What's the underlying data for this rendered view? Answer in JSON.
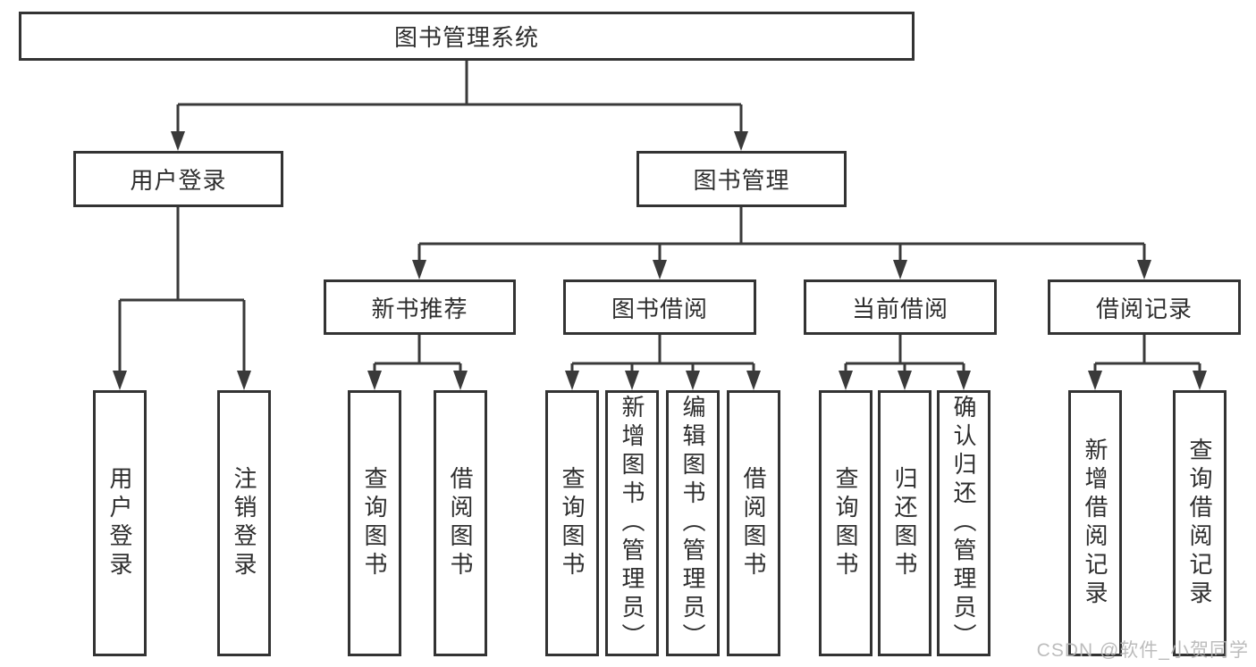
{
  "tree": {
    "label": "图书管理系统",
    "children": [
      {
        "label": "用户登录",
        "children": [
          {
            "label": "用户登录"
          },
          {
            "label": "注销登录"
          }
        ]
      },
      {
        "label": "图书管理",
        "children": [
          {
            "label": "新书推荐",
            "children": [
              {
                "label": "查询图书"
              },
              {
                "label": "借阅图书"
              }
            ]
          },
          {
            "label": "图书借阅",
            "children": [
              {
                "label": "查询图书"
              },
              {
                "label": "新增图书（管理员）"
              },
              {
                "label": "编辑图书（管理员）"
              },
              {
                "label": "借阅图书"
              }
            ]
          },
          {
            "label": "当前借阅",
            "children": [
              {
                "label": "查询图书"
              },
              {
                "label": "归还图书"
              },
              {
                "label": "确认归还（管理员）"
              }
            ]
          },
          {
            "label": "借阅记录",
            "children": [
              {
                "label": "新增借阅记录"
              },
              {
                "label": "查询借阅记录"
              }
            ]
          }
        ]
      }
    ]
  },
  "watermark": {
    "text": "CSDN @软件_小贺同学"
  },
  "colors": {
    "line": "#3a3a3a",
    "box_border": "#333333",
    "text": "#2e2e2e",
    "watermark": "#b5b5b5",
    "background": "#ffffff"
  }
}
